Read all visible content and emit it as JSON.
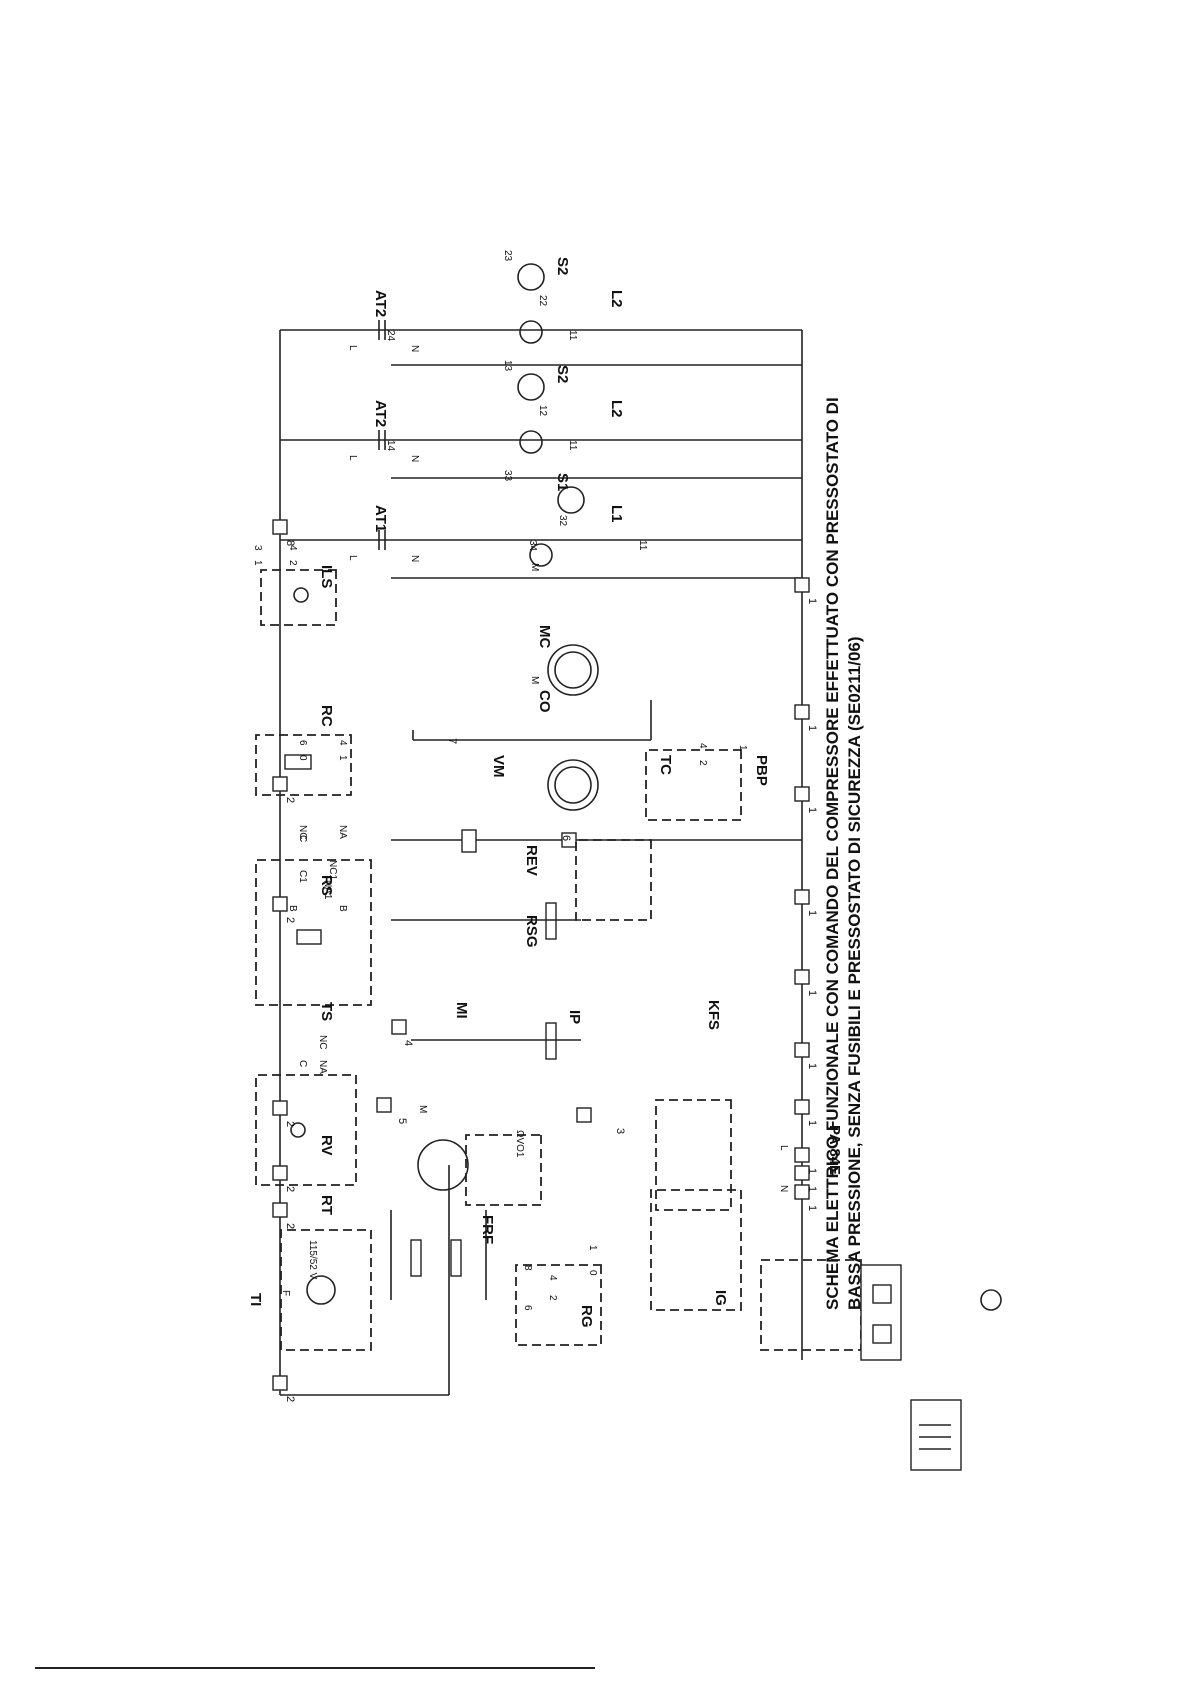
{
  "caption": {
    "line1": "SCHEMA ELETTRICO FUNZIONALE CON COMANDO DEL COMPRESSORE EFFETTUATO CON PRESSOSTATO DI",
    "line2": "BASSA PRESSIONE, SENZA FUSIBILI E PRESSOSTATO DI SICUREZZA (SE0211/06)"
  },
  "components": {
    "TI": "TI",
    "TI_volt": "115/52 V",
    "TI_f": "F",
    "RT": "RT",
    "RV": "RV",
    "FRF": "FRF",
    "FRF_pin": "ΩVO1",
    "RG": "RG",
    "IG": "IG",
    "PA": "PA 84E",
    "TS": "TS",
    "MI": "MI",
    "IP": "IP",
    "KFS": "KFS",
    "RSG": "RSG",
    "REV": "REV",
    "RS": "RS",
    "VM": "VM",
    "TC": "TC",
    "RC": "RC",
    "PBP": "PBP",
    "CO": "CO",
    "MC": "MC",
    "ILS": "ILS",
    "AT1": "AT1",
    "AT2a": "AT2",
    "AT2b": "AT2",
    "L1": "L1",
    "L2a": "L2",
    "L2b": "L2",
    "S1": "S1",
    "S2a": "S2",
    "S2b": "S2"
  },
  "terminals": {
    "t2a": "2",
    "t2b": "2",
    "t2c": "2",
    "t2d": "2",
    "t2e": "2",
    "t2f": "2",
    "t8": "8",
    "t4": "4",
    "t7": "7",
    "t5": "5",
    "t3": "3",
    "t6": "6",
    "b1a": "1",
    "b1b": "1",
    "b1c": "1",
    "b1d": "1",
    "b1e": "1",
    "b1f": "1",
    "b1g": "1",
    "b1h": "1",
    "b1i": "1",
    "b1j": "1"
  },
  "pins": {
    "L": "L",
    "N": "N",
    "C": "C",
    "NC": "NC",
    "NA": "NA",
    "NA1": "NA1",
    "NC1": "NC1",
    "C1": "C1",
    "B": "B",
    "p0": "0",
    "p1": "1",
    "p2": "2",
    "p3": "3",
    "p4": "4",
    "p6": "6",
    "p8": "8",
    "n11": "11",
    "n12": "12",
    "n13": "13",
    "n14": "14",
    "n22": "22",
    "n23": "23",
    "n24": "24",
    "n32": "32",
    "n33": "33",
    "n34": "34",
    "M": "M"
  }
}
